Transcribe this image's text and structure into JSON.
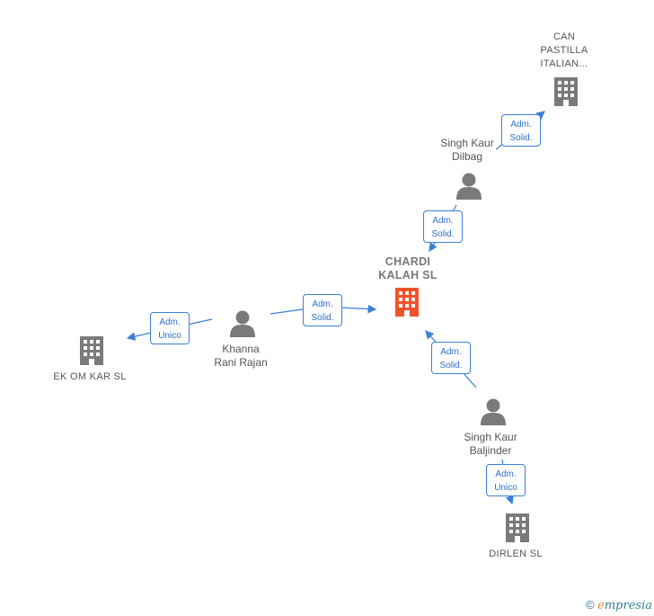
{
  "nodes": {
    "chardi": {
      "label": "CHARDI\nKALAH  SL",
      "type": "company",
      "highlight": true
    },
    "can_pastilla": {
      "label": "CAN\nPASTILLA\nITALIAN...",
      "type": "company"
    },
    "singh_dilbag": {
      "label": "Singh Kaur\nDilbag",
      "type": "person"
    },
    "khanna": {
      "label": "Khanna\nRani Rajan",
      "type": "person"
    },
    "ek_om_kar": {
      "label": "EK OM KAR  SL",
      "type": "company"
    },
    "singh_baljinder": {
      "label": "Singh Kaur\nBaljinder",
      "type": "person"
    },
    "dirlen": {
      "label": "DIRLEN SL",
      "type": "company"
    }
  },
  "edges": {
    "dilbag_to_can": {
      "line1": "Adm.",
      "line2": "Solid."
    },
    "dilbag_to_chardi": {
      "line1": "Adm.",
      "line2": "Solid."
    },
    "khanna_to_chardi": {
      "line1": "Adm.",
      "line2": "Solid."
    },
    "khanna_to_ekomkar": {
      "line1": "Adm.",
      "line2": "Unico"
    },
    "baljinder_to_chardi": {
      "line1": "Adm.",
      "line2": "Solid."
    },
    "baljinder_to_dirlen": {
      "line1": "Adm.",
      "line2": "Unico"
    }
  },
  "colors": {
    "edge": "#3d7fd6",
    "node": "#7a7a7a",
    "highlight": "#f0532b"
  },
  "footer": {
    "copyright": "©",
    "brand_initial": "e",
    "brand_rest": "mpresia"
  }
}
